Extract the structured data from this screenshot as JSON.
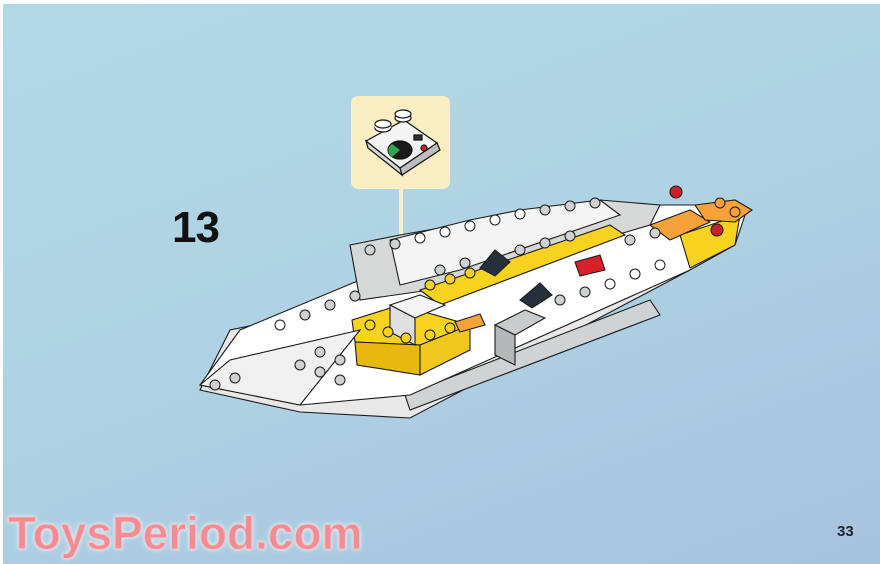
{
  "instruction_page": {
    "step_number": "13",
    "page_number": "33",
    "callout": {
      "part": "radar-console-slope-brick",
      "colors": {
        "background": "#fbeec2",
        "brick": "#ffffff",
        "radar": "#2ea84a"
      }
    },
    "model": {
      "subject": "boat-hull-assembly",
      "colors": {
        "white": "#ffffff",
        "gray": "#c9cccc",
        "yellow": "#f7d21f",
        "orange": "#f5a23a",
        "red": "#d7202a",
        "dark": "#25303a"
      }
    }
  },
  "watermark": {
    "text": "ToysPeriod.com",
    "color": "#f08c94"
  },
  "background_color": "#b0d5e5"
}
